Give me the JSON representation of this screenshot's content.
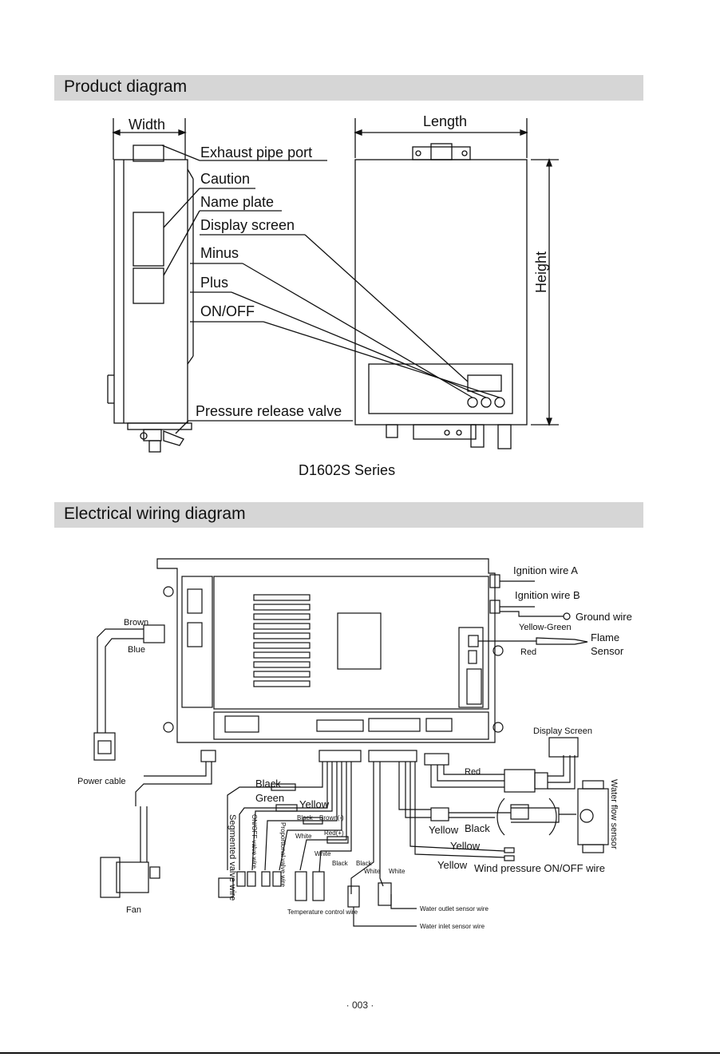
{
  "sections": {
    "product": "Product diagram",
    "wiring": "Electrical wiring diagram"
  },
  "product": {
    "width_label": "Width",
    "length_label": "Length",
    "height_label": "Height",
    "series": "D1602S Series",
    "callouts": [
      "Exhaust pipe port",
      "Caution",
      "Name plate",
      "Display screen",
      "Minus",
      "Plus",
      "ON/OFF",
      "Pressure release valve"
    ]
  },
  "wiring": {
    "ignition_a": "Ignition wire A",
    "ignition_b": "Ignition wire B",
    "ground_wire": "Ground wire",
    "yellow_green": "Yellow-Green",
    "flame_sensor_1": "Flame",
    "flame_sensor_2": "Sensor",
    "red_flame": "Red",
    "brown": "Brown",
    "blue": "Blue",
    "power_cable": "Power cable",
    "fan": "Fan",
    "display_screen": "Display Screen",
    "water_flow_sensor": "Water flow sensor",
    "red_display": "Red",
    "black_1": "Black",
    "green": "Green",
    "yellow_1": "Yellow",
    "black_2": "Black",
    "brown_minus": "Brown(-)",
    "white_1": "White",
    "red_plus": "Red(+)",
    "white_2": "White",
    "black_3": "Black",
    "black_4": "Black",
    "white_3": "White",
    "white_4": "White",
    "yellow_2": "Yellow",
    "black_5": "Black",
    "yellow_3": "Yellow",
    "yellow_4": "Yellow",
    "wind_pressure": "Wind pressure ON/OFF wire",
    "segmented_valve": "Segmented valve wire",
    "onoff_valve": "ON/OFF valve wire",
    "proportional_valve": "Proportional valve wire",
    "temp_control": "Temperature control wire",
    "water_outlet": "Water outlet sensor wire",
    "water_inlet": "Water inlet sensor wire"
  },
  "page_number": "· 003 ·"
}
